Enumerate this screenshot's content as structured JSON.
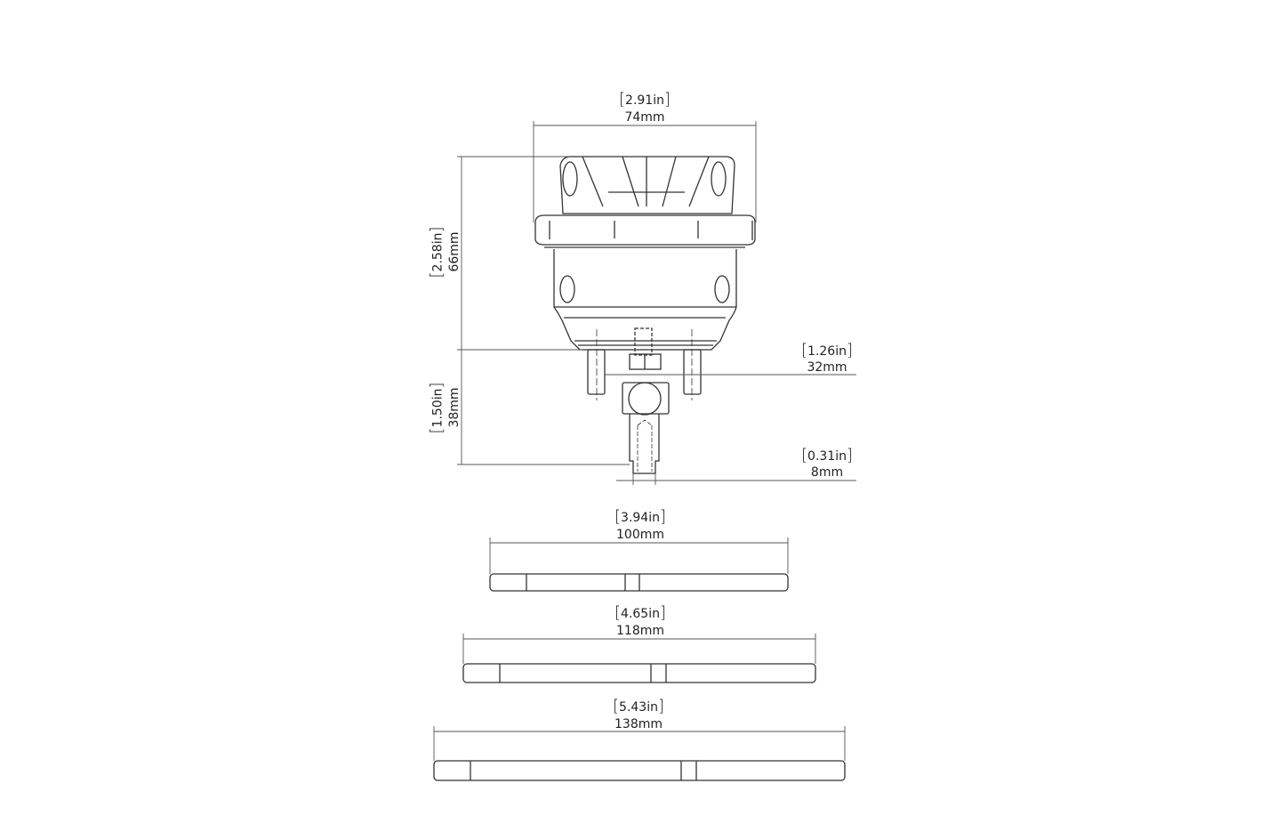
{
  "dimensions": {
    "width": {
      "in": "2.91in",
      "mm": "74mm"
    },
    "body_height": {
      "in": "2.58in",
      "mm": "66mm"
    },
    "lower_height": {
      "in": "1.50in",
      "mm": "38mm"
    },
    "stud_spacing": {
      "in": "1.26in",
      "mm": "32mm"
    },
    "rod_diameter": {
      "in": "0.31in",
      "mm": "8mm"
    }
  },
  "rods": [
    {
      "in": "3.94in",
      "mm": "100mm"
    },
    {
      "in": "4.65in",
      "mm": "118mm"
    },
    {
      "in": "5.43in",
      "mm": "138mm"
    }
  ]
}
